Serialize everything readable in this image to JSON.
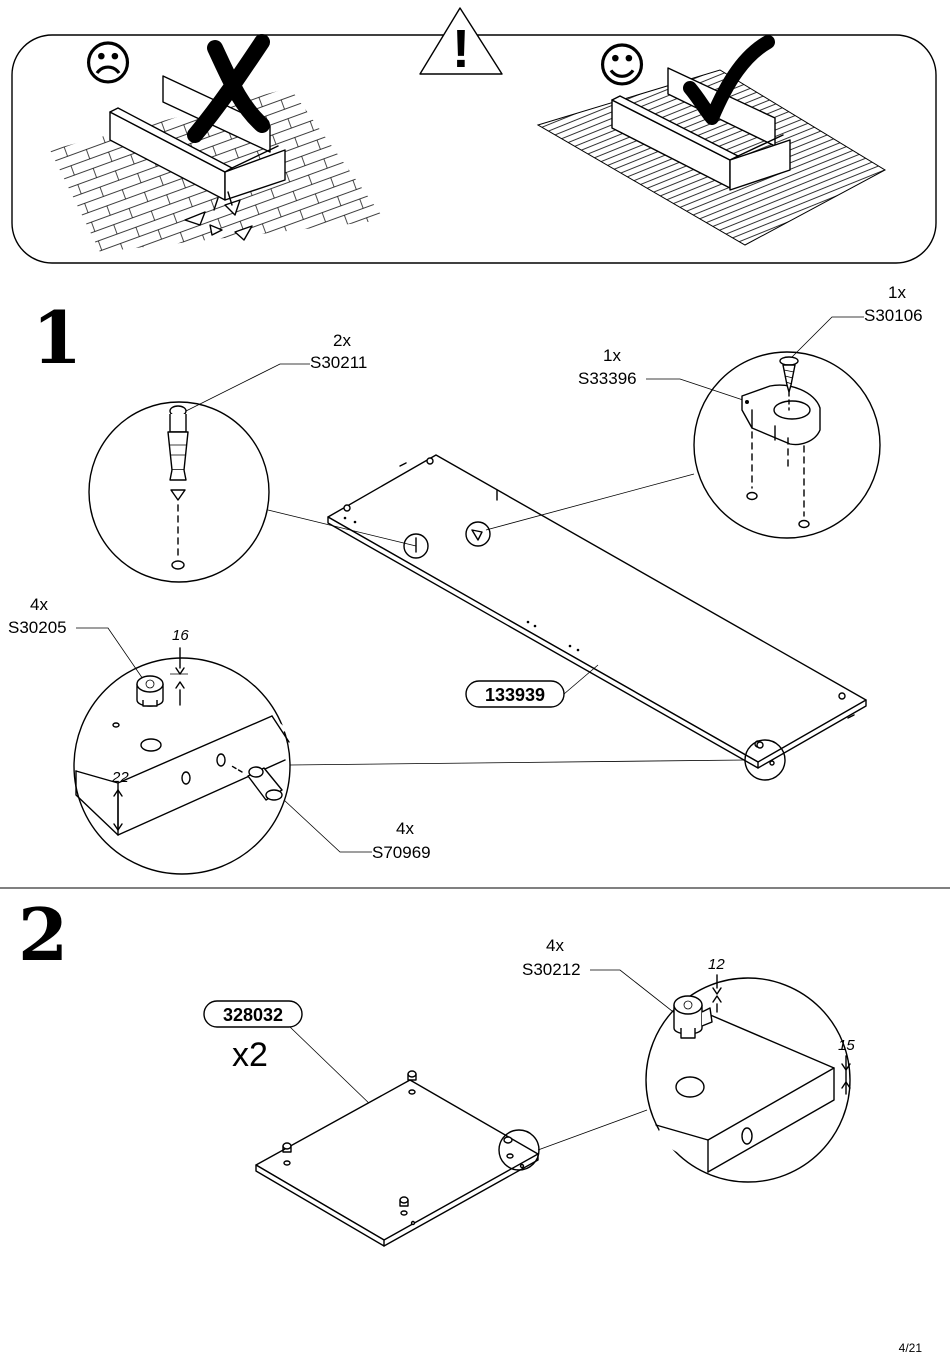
{
  "warning_panel": {
    "warning_symbol": "!",
    "bad_face": "☹",
    "good_face": "☺",
    "icons": {
      "warning": "warning-triangle-icon",
      "bad": "frown-face-icon",
      "good": "smile-face-icon",
      "cross": "cross-mark-icon",
      "check": "check-mark-icon"
    }
  },
  "step1": {
    "number": "1",
    "panel_part": "133939",
    "callouts": {
      "s30211": {
        "qty": "2x",
        "code": "S30211"
      },
      "s33396": {
        "qty": "1x",
        "code": "S33396"
      },
      "s30106": {
        "qty": "1x",
        "code": "S30106"
      },
      "s30205": {
        "qty": "4x",
        "code": "S30205"
      },
      "s70969": {
        "qty": "4x",
        "code": "S70969"
      }
    },
    "dims": {
      "depth": "16",
      "edge": "22"
    }
  },
  "step2": {
    "number": "2",
    "panel_part": "328032",
    "panel_qty": "x2",
    "callouts": {
      "s30212": {
        "qty": "4x",
        "code": "S30212"
      }
    },
    "dims": {
      "depth": "12",
      "edge": "15"
    }
  },
  "footer": {
    "page_number": "4/21"
  }
}
